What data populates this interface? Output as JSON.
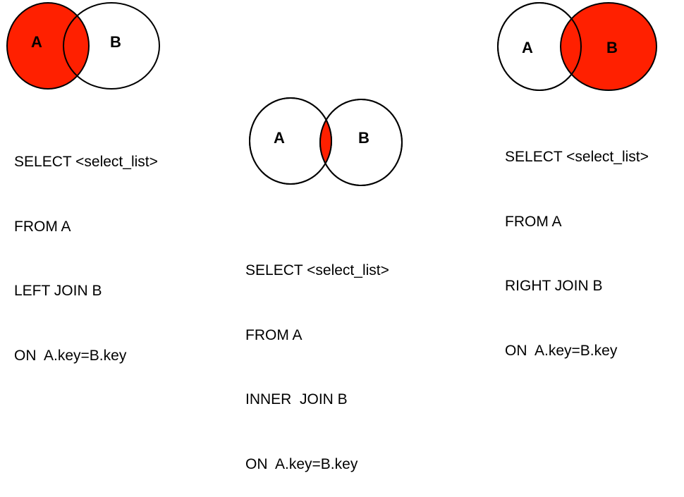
{
  "colors": {
    "highlight": "#ff2000",
    "outline": "#000000",
    "background": "#ffffff"
  },
  "diagrams": [
    {
      "id": "left-join",
      "set_a_label": "A",
      "set_b_label": "B",
      "highlighted_region": "A",
      "sql": [
        "SELECT <select_list>",
        "FROM A",
        "LEFT JOIN B",
        "ON  A.key=B.key"
      ]
    },
    {
      "id": "inner-join",
      "set_a_label": "A",
      "set_b_label": "B",
      "highlighted_region": "A∩B",
      "sql": [
        "SELECT <select_list>",
        "FROM A",
        "INNER  JOIN B",
        "ON  A.key=B.key"
      ]
    },
    {
      "id": "right-join",
      "set_a_label": "A",
      "set_b_label": "B",
      "highlighted_region": "B",
      "sql": [
        "SELECT <select_list>",
        "FROM A",
        "RIGHT JOIN B",
        "ON  A.key=B.key"
      ]
    }
  ]
}
